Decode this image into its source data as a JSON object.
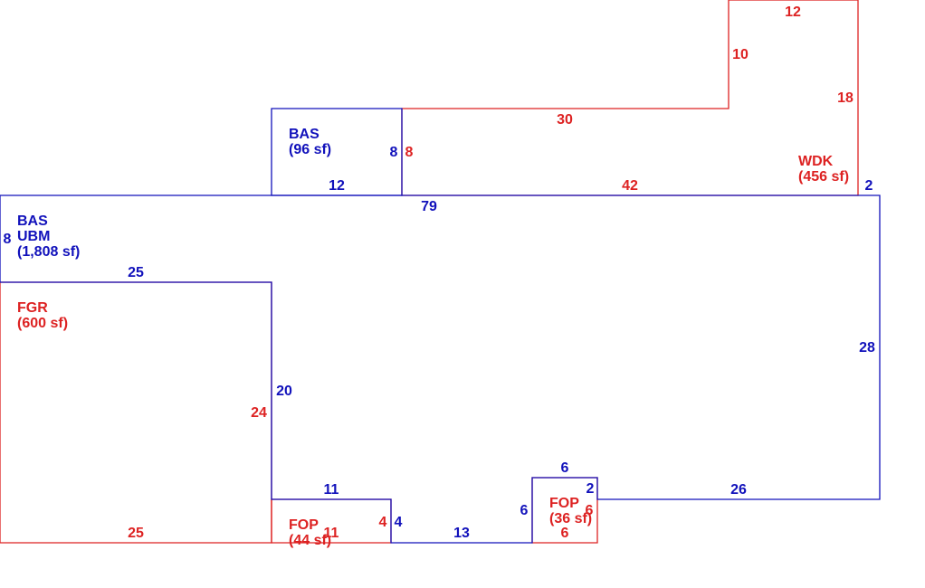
{
  "colors": {
    "blue": "#1111bb",
    "red": "#dd2222",
    "background": "#ffffff"
  },
  "areas": {
    "bas_upper": {
      "code": "BAS",
      "area": "(96 sf)"
    },
    "bas_main": {
      "code": "BAS",
      "sub": "UBM",
      "area": "(1,808 sf)"
    },
    "fgr": {
      "code": "FGR",
      "area": "(600 sf)"
    },
    "wdk": {
      "code": "WDK",
      "area": "(456 sf)"
    },
    "fop_left": {
      "code": "FOP",
      "area": "(44 sf)"
    },
    "fop_right": {
      "code": "FOP",
      "area": "(36 sf)"
    }
  },
  "dimensions": {
    "wdk_top": "12",
    "wdk_step": "10",
    "wdk_right": "18",
    "wdk_upper": "30",
    "wdk_bottom": "42",
    "wdk_left": "8",
    "bas_upper_right": "8",
    "bas_upper_bottom": "12",
    "main_top": "79",
    "main_right_top": "2",
    "main_left": "8",
    "main_mid": "25",
    "main_right": "28",
    "main_inner": "20",
    "fgr_right": "24",
    "fgr_bottom": "25",
    "fop_left_top": "11",
    "fop_left_bottom": "11",
    "fop_left_right_red": "4",
    "fop_left_right_blue": "4",
    "main_bottom_gap": "13",
    "fop_right_left": "6",
    "fop_right_top": "6",
    "fop_right_step": "2",
    "fop_right_side": "6",
    "fop_right_bottom": "6",
    "main_bottom_right": "26"
  }
}
